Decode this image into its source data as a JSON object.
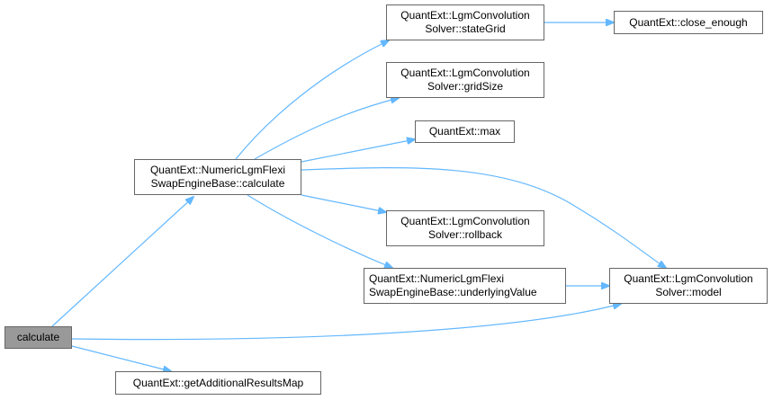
{
  "nodes": {
    "root": {
      "label": "calculate"
    },
    "engine_calculate": {
      "line1": "QuantExt::NumericLgmFlexi",
      "line2": "SwapEngineBase::calculate"
    },
    "state_grid": {
      "line1": "QuantExt::LgmConvolution",
      "line2": "Solver::stateGrid"
    },
    "close_enough": {
      "label": "QuantExt::close_enough"
    },
    "grid_size": {
      "line1": "QuantExt::LgmConvolution",
      "line2": "Solver::gridSize"
    },
    "max": {
      "label": "QuantExt::max"
    },
    "rollback": {
      "line1": "QuantExt::LgmConvolution",
      "line2": "Solver::rollback"
    },
    "underlying_value": {
      "line1": "QuantExt::NumericLgmFlexi",
      "line2": "SwapEngineBase::underlyingValue"
    },
    "model": {
      "line1": "QuantExt::LgmConvolution",
      "line2": "Solver::model"
    },
    "additional_results": {
      "label": "QuantExt::getAdditionalResultsMap"
    }
  },
  "colors": {
    "edge": "#63b8ff",
    "root_fill": "#999999",
    "border": "#666666"
  }
}
